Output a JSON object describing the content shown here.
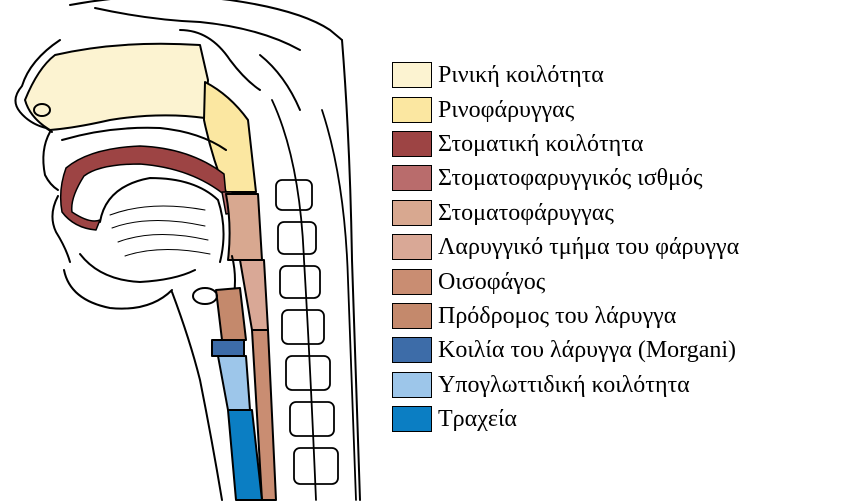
{
  "legend": {
    "items": [
      {
        "key": "nasal-cavity",
        "label": "Ρινική κοιλότητα",
        "color": "#fcf3d1"
      },
      {
        "key": "nasopharynx",
        "label": "Ρινοφάρυγγας",
        "color": "#fbe7a1"
      },
      {
        "key": "oral-cavity",
        "label": "Στοματική κοιλότητα",
        "color": "#9d4444"
      },
      {
        "key": "oropharyngeal-isthmus",
        "label": "Στοματοφαρυγγικός ισθμός",
        "color": "#b96c6c"
      },
      {
        "key": "oropharynx",
        "label": "Στοματοφάρυγγας",
        "color": "#d8a890"
      },
      {
        "key": "laryngopharynx",
        "label": "Λαρυγγικό τμήμα του φάρυγγα",
        "color": "#d9a896"
      },
      {
        "key": "esophagus",
        "label": "Οισοφάγος",
        "color": "#c98d72"
      },
      {
        "key": "laryngeal-vestibule",
        "label": "Πρόδρομος του λάρυγγα",
        "color": "#c4896c"
      },
      {
        "key": "laryngeal-ventricle",
        "label": "Κοιλία του λάρυγγα (Morgani)",
        "color": "#3d6ca8"
      },
      {
        "key": "infraglottic-cavity",
        "label": "Υπογλωττιδική κοιλότητα",
        "color": "#9dc6ea"
      },
      {
        "key": "trachea",
        "label": "Τραχεία",
        "color": "#0b7ec3"
      }
    ]
  }
}
